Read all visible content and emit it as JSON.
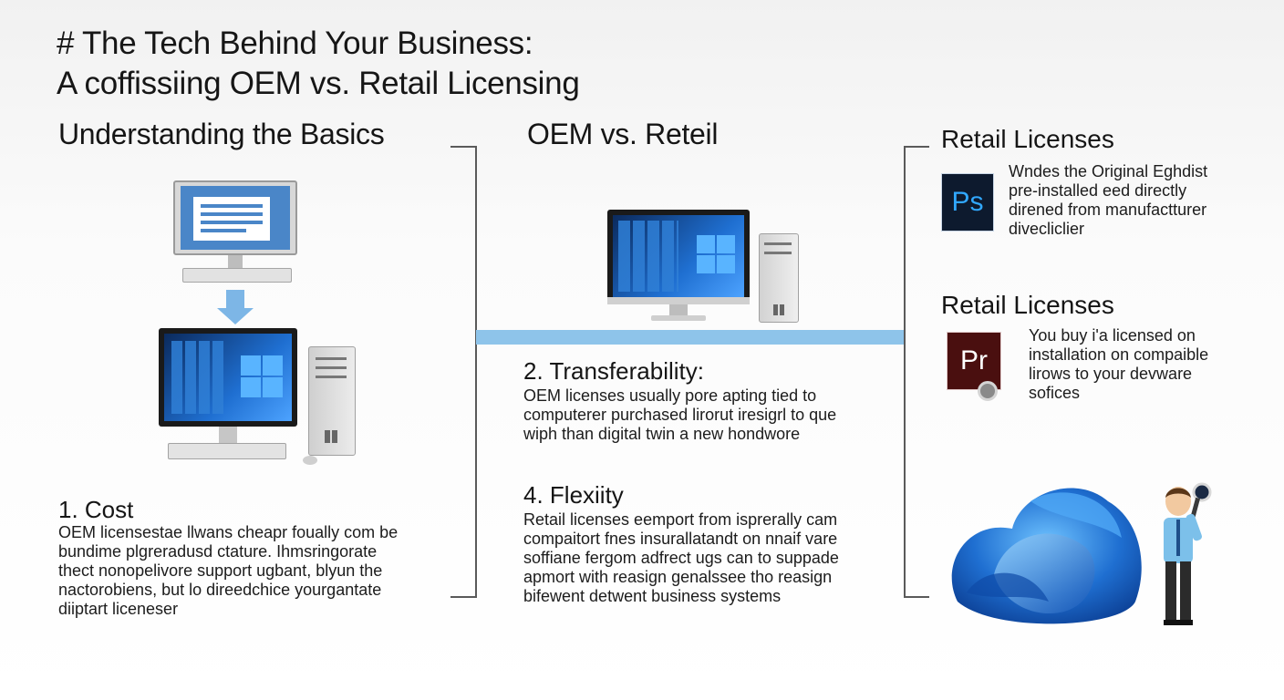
{
  "title": {
    "line1": "# The Tech Behind Your Business:",
    "line2": "A coffissiing   OEM vs. Retail Licensing"
  },
  "left": {
    "heading": "Understanding the Basics",
    "cost": {
      "title": "1. Cost",
      "lines": [
        "OEM licensestae llwans cheapr foually com be",
        "bundime plgreradusd ctature. Ihmsringorate",
        "thect nonopelivore support ugbant, blyun the",
        "nactorobiens, but lo direedchice yourgantate",
        "diiptart liceneser"
      ]
    }
  },
  "middle": {
    "heading": "OEM vs. Reteil",
    "transferability": {
      "title": "2. Transferability:",
      "lines": [
        "OEM licenses usually pore apting tied to",
        "computerer purchased lirorut iresigrl to que",
        "wiph than digital twin a new hondwore"
      ]
    },
    "flexibility": {
      "title": "4. Flexiity",
      "lines": [
        "Retail licenses eemport from isprerally cam",
        "compaitort fnes insurallatandt on nnaif vare",
        "soffiane fergom adfrect ugs can to  suppade",
        "apmort with reasign genalssee tho reasign",
        "bifewent detwent business systems"
      ]
    }
  },
  "right": {
    "retail1": {
      "title": "Retail Licenses",
      "icon_text": "Ps",
      "lines": [
        "Wndes the Original Eghdist",
        "pre-installed eed directly",
        "direned from manufactturer",
        "divecliclier"
      ]
    },
    "retail2": {
      "title": "Retail Licenses",
      "icon_text": "Pr",
      "lines": [
        "You buy i'a licensed on",
        "installation on compaible",
        "lirows to your devware",
        "sofices"
      ]
    }
  },
  "colors": {
    "ps_bg": "#0d1a2e",
    "ps_text": "#31a8ff",
    "pr_bg": "#4a0f0f",
    "pr_text": "#ffffff",
    "connector": "#8ec4ea",
    "win_blue": "#1f6fd1",
    "monitor_screen": "#4a86c8"
  }
}
